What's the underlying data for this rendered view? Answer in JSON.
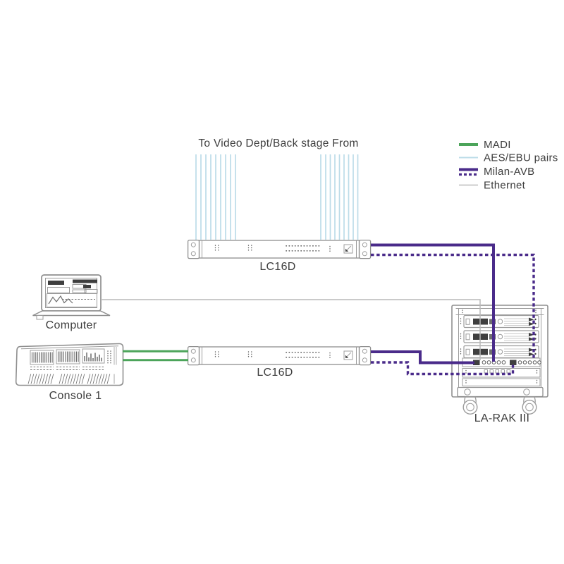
{
  "annotation": {
    "top_label": "To Video Dept/Back stage From"
  },
  "legend": {
    "items": [
      {
        "id": "madi",
        "label": "MADI",
        "color": "#4CA45A",
        "line_style": "solid"
      },
      {
        "id": "aes-ebu",
        "label": "AES/EBU pairs",
        "color": "#bcdce8",
        "line_style": "solid-thin"
      },
      {
        "id": "milan-avb",
        "label": "Milan-AVB",
        "color": "#4A2B8A",
        "line_style": "solid-plus-dashed"
      },
      {
        "id": "ethernet",
        "label": "Ethernet",
        "color": "#b9b9b9",
        "line_style": "solid-thin"
      }
    ]
  },
  "devices": {
    "lc16d_top": {
      "label": "LC16D"
    },
    "lc16d_bottom": {
      "label": "LC16D"
    },
    "computer": {
      "label": "Computer"
    },
    "console": {
      "label": "Console 1"
    },
    "rack": {
      "label": "LA-RAK III"
    }
  },
  "connections": [
    {
      "from": "LC16D (top)",
      "to": "Video Dept / Back stage",
      "type": "AES/EBU pairs",
      "bundles": 2,
      "lines_per_bundle": 9
    },
    {
      "from": "LC16D (top)",
      "to": "LA-RAK III",
      "type": "Milan-AVB",
      "cables": [
        "solid",
        "dashed"
      ]
    },
    {
      "from": "LC16D (bottom)",
      "to": "LA-RAK III",
      "type": "Milan-AVB",
      "cables": [
        "solid",
        "dashed"
      ]
    },
    {
      "from": "Console 1",
      "to": "LC16D (bottom)",
      "type": "MADI",
      "cables": 2
    },
    {
      "from": "Computer",
      "to": "LA-RAK III",
      "type": "Ethernet",
      "cables": 1
    }
  ],
  "colors": {
    "madi": "#4CA45A",
    "aes_ebu": "#bcdce8",
    "milan_avb": "#4A2B8A",
    "ethernet": "#b9b9b9",
    "device_outline": "#8f8f8f",
    "text": "#3d3d3d",
    "background": "#ffffff"
  }
}
